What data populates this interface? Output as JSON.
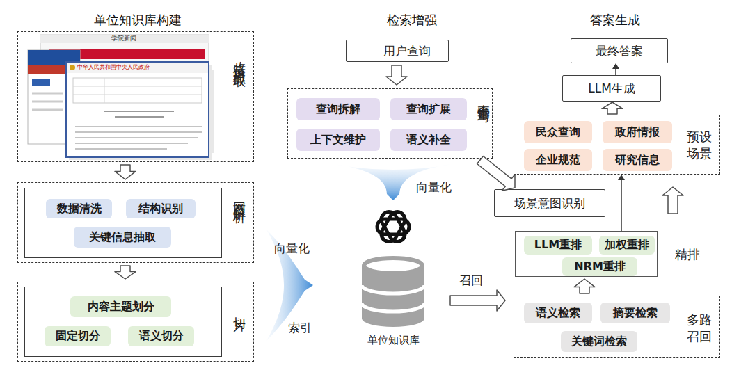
{
  "diagram": {
    "nodes": [
      {
        "text": [
          "政策信息抓取"
        ]
      },
      {
        "text": [
          "网页解析"
        ]
      },
      {
        "text": [
          "数据清洗"
        ],
        "in": 1
      },
      {
        "text": [
          "结构识别"
        ],
        "in": 1
      },
      {
        "text": [
          "关键信息抽取"
        ],
        "in": 1
      },
      {
        "text": [
          "切片"
        ]
      },
      {
        "text": [
          "内容主题划分"
        ],
        "in": 5
      },
      {
        "text": [
          "固定切分"
        ],
        "in": 5
      },
      {
        "text": [
          "语义切分"
        ],
        "in": 5
      },
      {
        "text": [
          "用户查询"
        ]
      },
      {
        "text": [
          "查询重写"
        ]
      },
      {
        "text": [
          "查询拆解"
        ],
        "in": 10
      },
      {
        "text": [
          "查询扩展"
        ],
        "in": 10
      },
      {
        "text": [
          "上下文维护"
        ],
        "in": 10
      },
      {
        "text": [
          "语义补全"
        ],
        "in": 10
      },
      {
        "text": [
          "单位知识库"
        ]
      },
      {
        "text": [
          "最终答案"
        ]
      },
      {
        "text": [
          "LLM生成"
        ]
      },
      {
        "text": [
          "预设场景"
        ]
      },
      {
        "text": [
          "民众查询"
        ],
        "in": 18
      },
      {
        "text": [
          "政府情报"
        ],
        "in": 18
      },
      {
        "text": [
          "企业规范"
        ],
        "in": 18
      },
      {
        "text": [
          "研究信息"
        ],
        "in": 18
      },
      {
        "text": [
          "场景意图识别"
        ]
      },
      {
        "text": [
          "精排"
        ]
      },
      {
        "text": [
          "LLM重排"
        ],
        "in": 24
      },
      {
        "text": [
          "加权重排"
        ],
        "in": 24
      },
      {
        "text": [
          "NRM重排"
        ],
        "in": 24
      },
      {
        "text": [
          "多路召回"
        ]
      },
      {
        "text": [
          "语义检索"
        ],
        "in": 28
      },
      {
        "text": [
          "摘要检索"
        ],
        "in": 28
      },
      {
        "text": [
          "关键词检索"
        ],
        "in": 28
      }
    ],
    "edges": [
      {
        "from": 0,
        "to": 1,
        "arrow": "to"
      },
      {
        "from": 1,
        "to": 5,
        "arrow": "to"
      },
      {
        "from": 5,
        "to": 15,
        "label": "向量化",
        "arrow": "to"
      },
      {
        "from": 9,
        "to": 10,
        "arrow": "to"
      },
      {
        "from": 10,
        "to": 15,
        "label": "向量化",
        "arrow": "to"
      },
      {
        "from": 10,
        "to": 23,
        "arrow": "to"
      },
      {
        "from": 15,
        "to": 28,
        "label": "召回",
        "arrow": "to"
      },
      {
        "from": 28,
        "to": 24,
        "arrow": "to"
      },
      {
        "from": 24,
        "to": 18,
        "arrow": "to"
      },
      {
        "from": 24,
        "to": 18,
        "arrow": "to"
      },
      {
        "from": 18,
        "to": 17,
        "arrow": "to"
      },
      {
        "from": 17,
        "to": 16,
        "arrow": "to"
      }
    ],
    "labels": [
      "单位知识库构建",
      "检索增强",
      "答案生成",
      "索引",
      "学院新闻",
      "中华人民共和国中央人民政府"
    ]
  }
}
